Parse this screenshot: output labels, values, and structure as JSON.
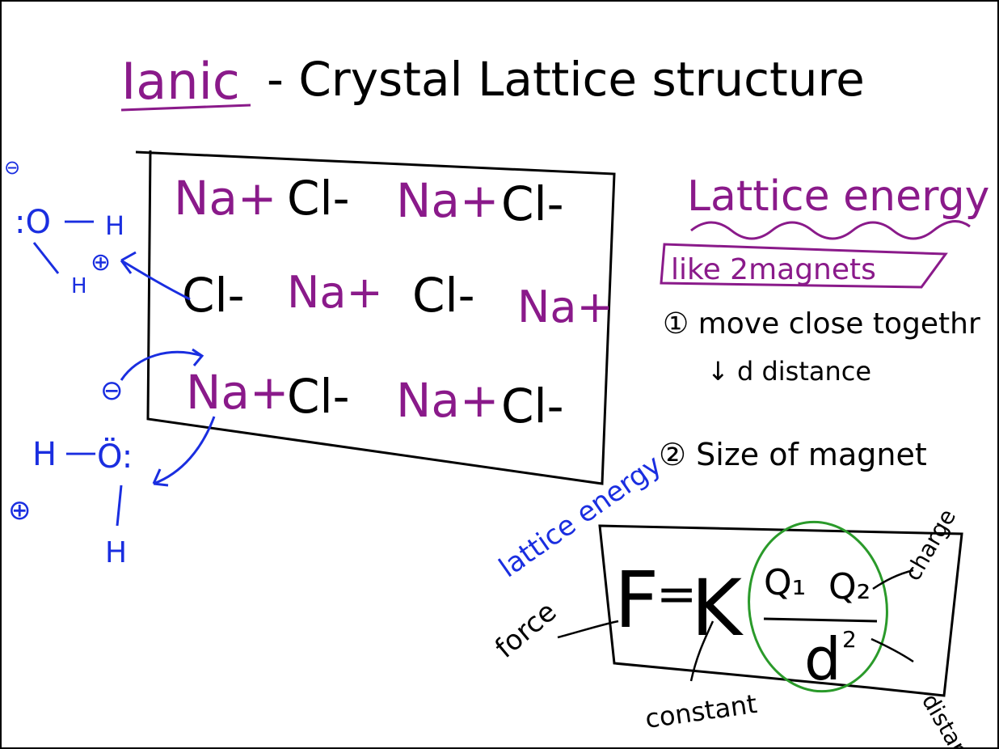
{
  "colors": {
    "black_ink": "#000000",
    "purple_ink": "#8a1a8a",
    "blue_ink": "#1a2ee0",
    "green_ink": "#2a9a2a",
    "background": "#ffffff"
  },
  "title": {
    "ionic": "Ianic",
    "rest": "- Crystal Lattice structure"
  },
  "lattice": {
    "rows": [
      [
        "Na+",
        "Cl-",
        "Na+",
        "Cl-"
      ],
      [
        "Cl-",
        "Na+",
        "Cl-",
        "Na+"
      ],
      [
        "Na+",
        "Cl-",
        "Na+",
        "Cl-"
      ]
    ]
  },
  "water": {
    "top": {
      "charge": "⊖",
      "o": ":O",
      "bond": "—",
      "h1": "H",
      "h2": "H",
      "delta": "⊕"
    },
    "bottom": {
      "delta_neg": "⊖",
      "h_left": "H",
      "bond": "—",
      "o": "Ö:",
      "delta_pos": "⊕",
      "h_bottom": "H"
    }
  },
  "lattice_energy": {
    "heading": "Lattice energy",
    "box_text": "like 2magnets",
    "point1": "① move close togethr",
    "point1_sub": "↓ d    distance",
    "point2": "② Size of magnet"
  },
  "formula": {
    "f": "F",
    "eq": "=",
    "k": "K",
    "q1": "Q₁",
    "q2": "Q₂",
    "d": "d",
    "exp": "2",
    "label_lattice": "lattice energy",
    "label_force": "force",
    "label_constant": "constant",
    "label_charge": "charge",
    "label_distance": "distance"
  }
}
